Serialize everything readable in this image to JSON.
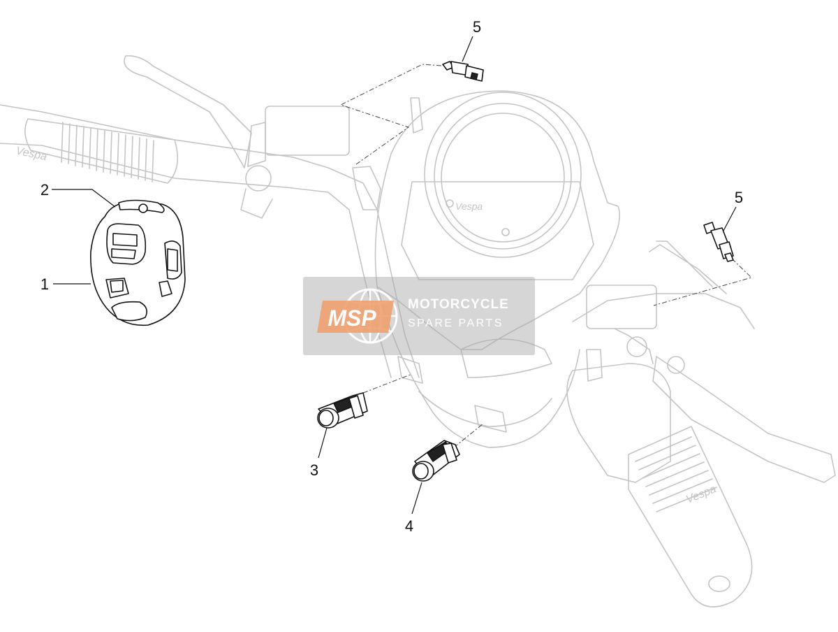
{
  "callouts": [
    {
      "id": "1",
      "label": "1"
    },
    {
      "id": "2",
      "label": "2"
    },
    {
      "id": "3",
      "label": "3"
    },
    {
      "id": "4",
      "label": "4"
    },
    {
      "id": "5a",
      "label": "5"
    },
    {
      "id": "5b",
      "label": "5"
    }
  ],
  "watermark": {
    "logo_text": "MSP",
    "name": "MOTORCYCLE",
    "subtitle": "SPARE PARTS",
    "accent_color": "#f0a070"
  },
  "colors": {
    "ghost_line": "#c4c4c4",
    "part_line": "#111111"
  }
}
